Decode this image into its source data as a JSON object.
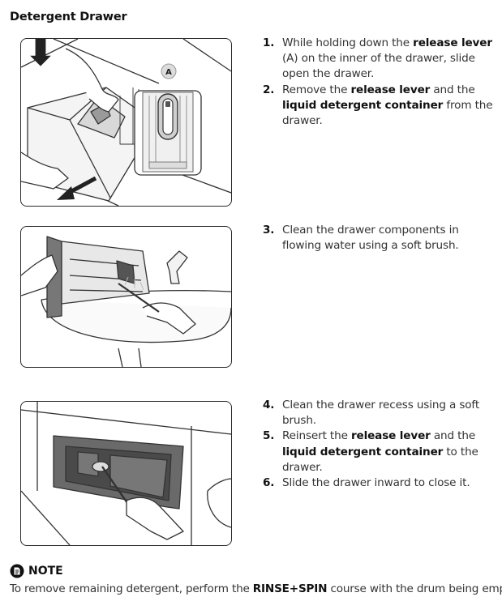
{
  "section": {
    "title": "Detergent Drawer"
  },
  "figure1": {
    "callout_label": "A"
  },
  "steps": [
    {
      "number": "1.",
      "parts": [
        "While holding down the ",
        "release lever",
        " (A) on the inner of the drawer, slide open the drawer."
      ]
    },
    {
      "number": "2.",
      "parts": [
        "Remove the ",
        "release lever",
        " and the ",
        "liquid detergent container",
        " from the drawer."
      ]
    },
    {
      "number": "3.",
      "parts": [
        "Clean the drawer components in flowing water using a soft brush."
      ]
    },
    {
      "number": "4.",
      "parts": [
        "Clean the drawer recess using a soft brush."
      ]
    },
    {
      "number": "5.",
      "parts": [
        "Reinsert the ",
        "release lever",
        " and the ",
        "liquid detergent container",
        " to the drawer."
      ]
    },
    {
      "number": "6.",
      "parts": [
        "Slide the drawer inward to close it."
      ]
    }
  ],
  "note": {
    "heading": "NOTE",
    "parts": [
      "To remove remaining detergent, perform the ",
      "RINSE+SPIN",
      " course with the drum being empty."
    ]
  }
}
